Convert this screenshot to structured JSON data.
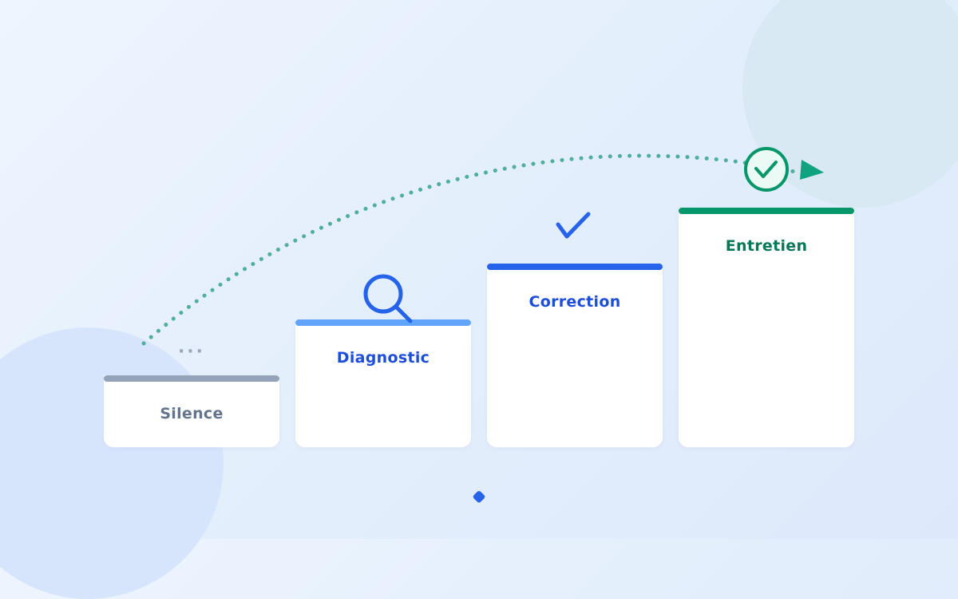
{
  "steps": [
    {
      "label": "Silence",
      "bar_color": "#94a3b8",
      "label_color": "#64748b",
      "icon": "ellipsis-icon"
    },
    {
      "label": "Diagnostic",
      "bar_color": "#60a5fa",
      "label_color": "#1d4ed8",
      "icon": "magnifier-icon"
    },
    {
      "label": "Correction",
      "bar_color": "#2563eb",
      "label_color": "#1d4ed8",
      "icon": "checkmark-icon"
    },
    {
      "label": "Entretien",
      "bar_color": "#059669",
      "label_color": "#047857",
      "icon": "check-circle-icon"
    }
  ],
  "colors": {
    "arc": "#4fae9d",
    "arrowhead": "#10a37f",
    "accent_blue": "#2563eb",
    "accent_green": "#059669"
  },
  "icons": {
    "ellipsis": "···"
  }
}
